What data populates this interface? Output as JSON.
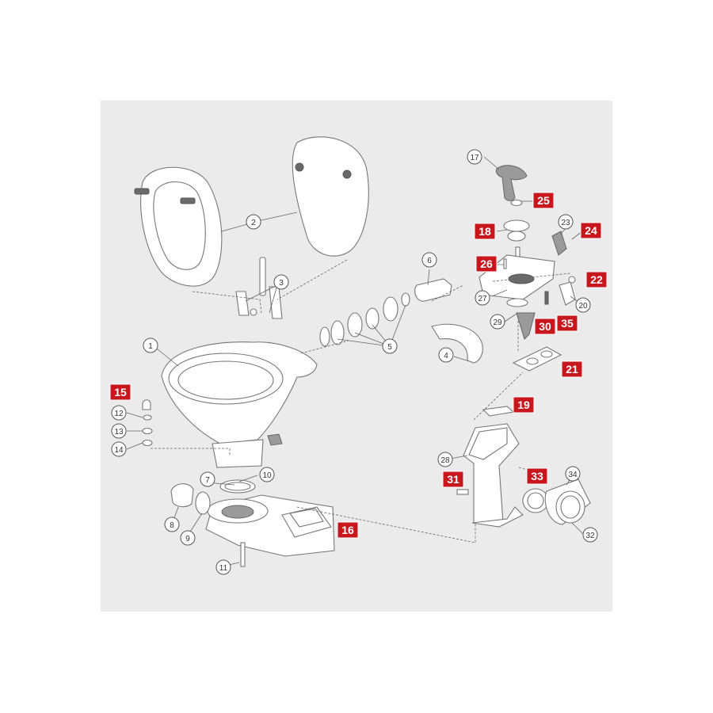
{
  "diagram": {
    "panel_bg": "#ebebeb",
    "badge_color": "#c8161d",
    "gray_labels": [
      "1",
      "2",
      "3",
      "4",
      "5",
      "6",
      "7",
      "8",
      "9",
      "10",
      "11",
      "12",
      "13",
      "14",
      "17",
      "20",
      "23",
      "27",
      "28",
      "29",
      "32",
      "34"
    ],
    "red_labels": [
      "15",
      "16",
      "18",
      "19",
      "21",
      "22",
      "24",
      "25",
      "26",
      "30",
      "31",
      "33",
      "35"
    ]
  }
}
